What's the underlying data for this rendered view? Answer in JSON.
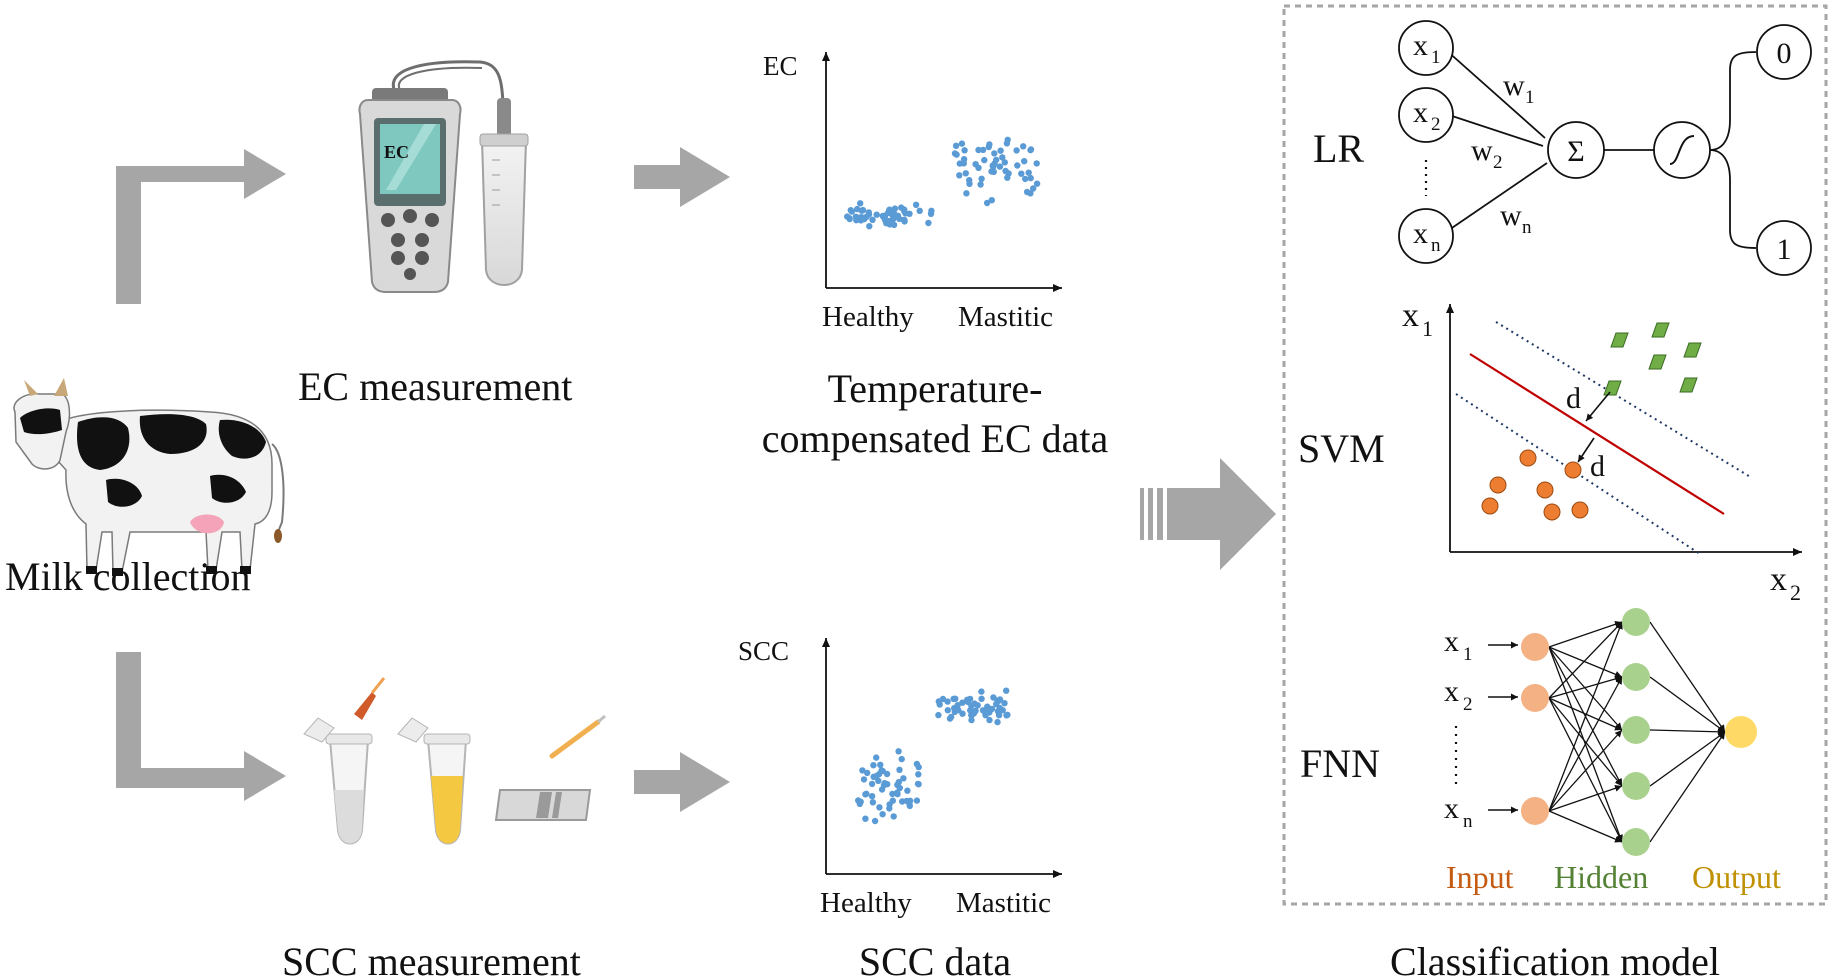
{
  "milk": {
    "label": "Milk collection"
  },
  "ec": {
    "device_text": "EC",
    "label": "EC measurement",
    "plot_ylabel": "EC",
    "plot_x_healthy": "Healthy",
    "plot_x_mastitic": "Mastitic",
    "caption_line1": "Temperature-",
    "caption_line2": "compensated EC data"
  },
  "scc": {
    "label": "SCC measurement",
    "plot_ylabel": "SCC",
    "plot_x_healthy": "Healthy",
    "plot_x_mastitic": "Mastitic",
    "caption": "SCC data"
  },
  "model": {
    "title": "Classification model",
    "lr": {
      "label": "LR",
      "inputs": [
        "x",
        "x",
        "x"
      ],
      "input_subs": [
        "1",
        "2",
        "n"
      ],
      "weights": [
        "w",
        "w",
        "w"
      ],
      "weight_subs": [
        "1",
        "2",
        "n"
      ],
      "sum_symbol": "Σ",
      "outputs": [
        "0",
        "1"
      ]
    },
    "svm": {
      "label": "SVM",
      "axis_y": "x",
      "axis_y_sub": "1",
      "axis_x": "x",
      "axis_x_sub": "2",
      "margin_label_1": "d",
      "margin_label_2": "d"
    },
    "fnn": {
      "label": "FNN",
      "inputs": [
        "x",
        "x",
        "x"
      ],
      "input_subs": [
        "1",
        "2",
        "n"
      ],
      "legend_input": "Input",
      "legend_hidden": "Hidden",
      "legend_output": "Output"
    }
  },
  "colors": {
    "arrow": "#a6a6a6",
    "scatter": "#5b9bd5",
    "svm_green": "#70ad47",
    "svm_orange": "#ed7d31",
    "svm_line": "#c00000",
    "svm_margin": "#1f3864",
    "fnn_input": "#f4b183",
    "fnn_hidden": "#a9d18e",
    "fnn_output": "#ffd966",
    "legend_input": "#c55a11",
    "legend_hidden": "#548235",
    "legend_output": "#bf9000",
    "border": "#a6a6a6"
  }
}
